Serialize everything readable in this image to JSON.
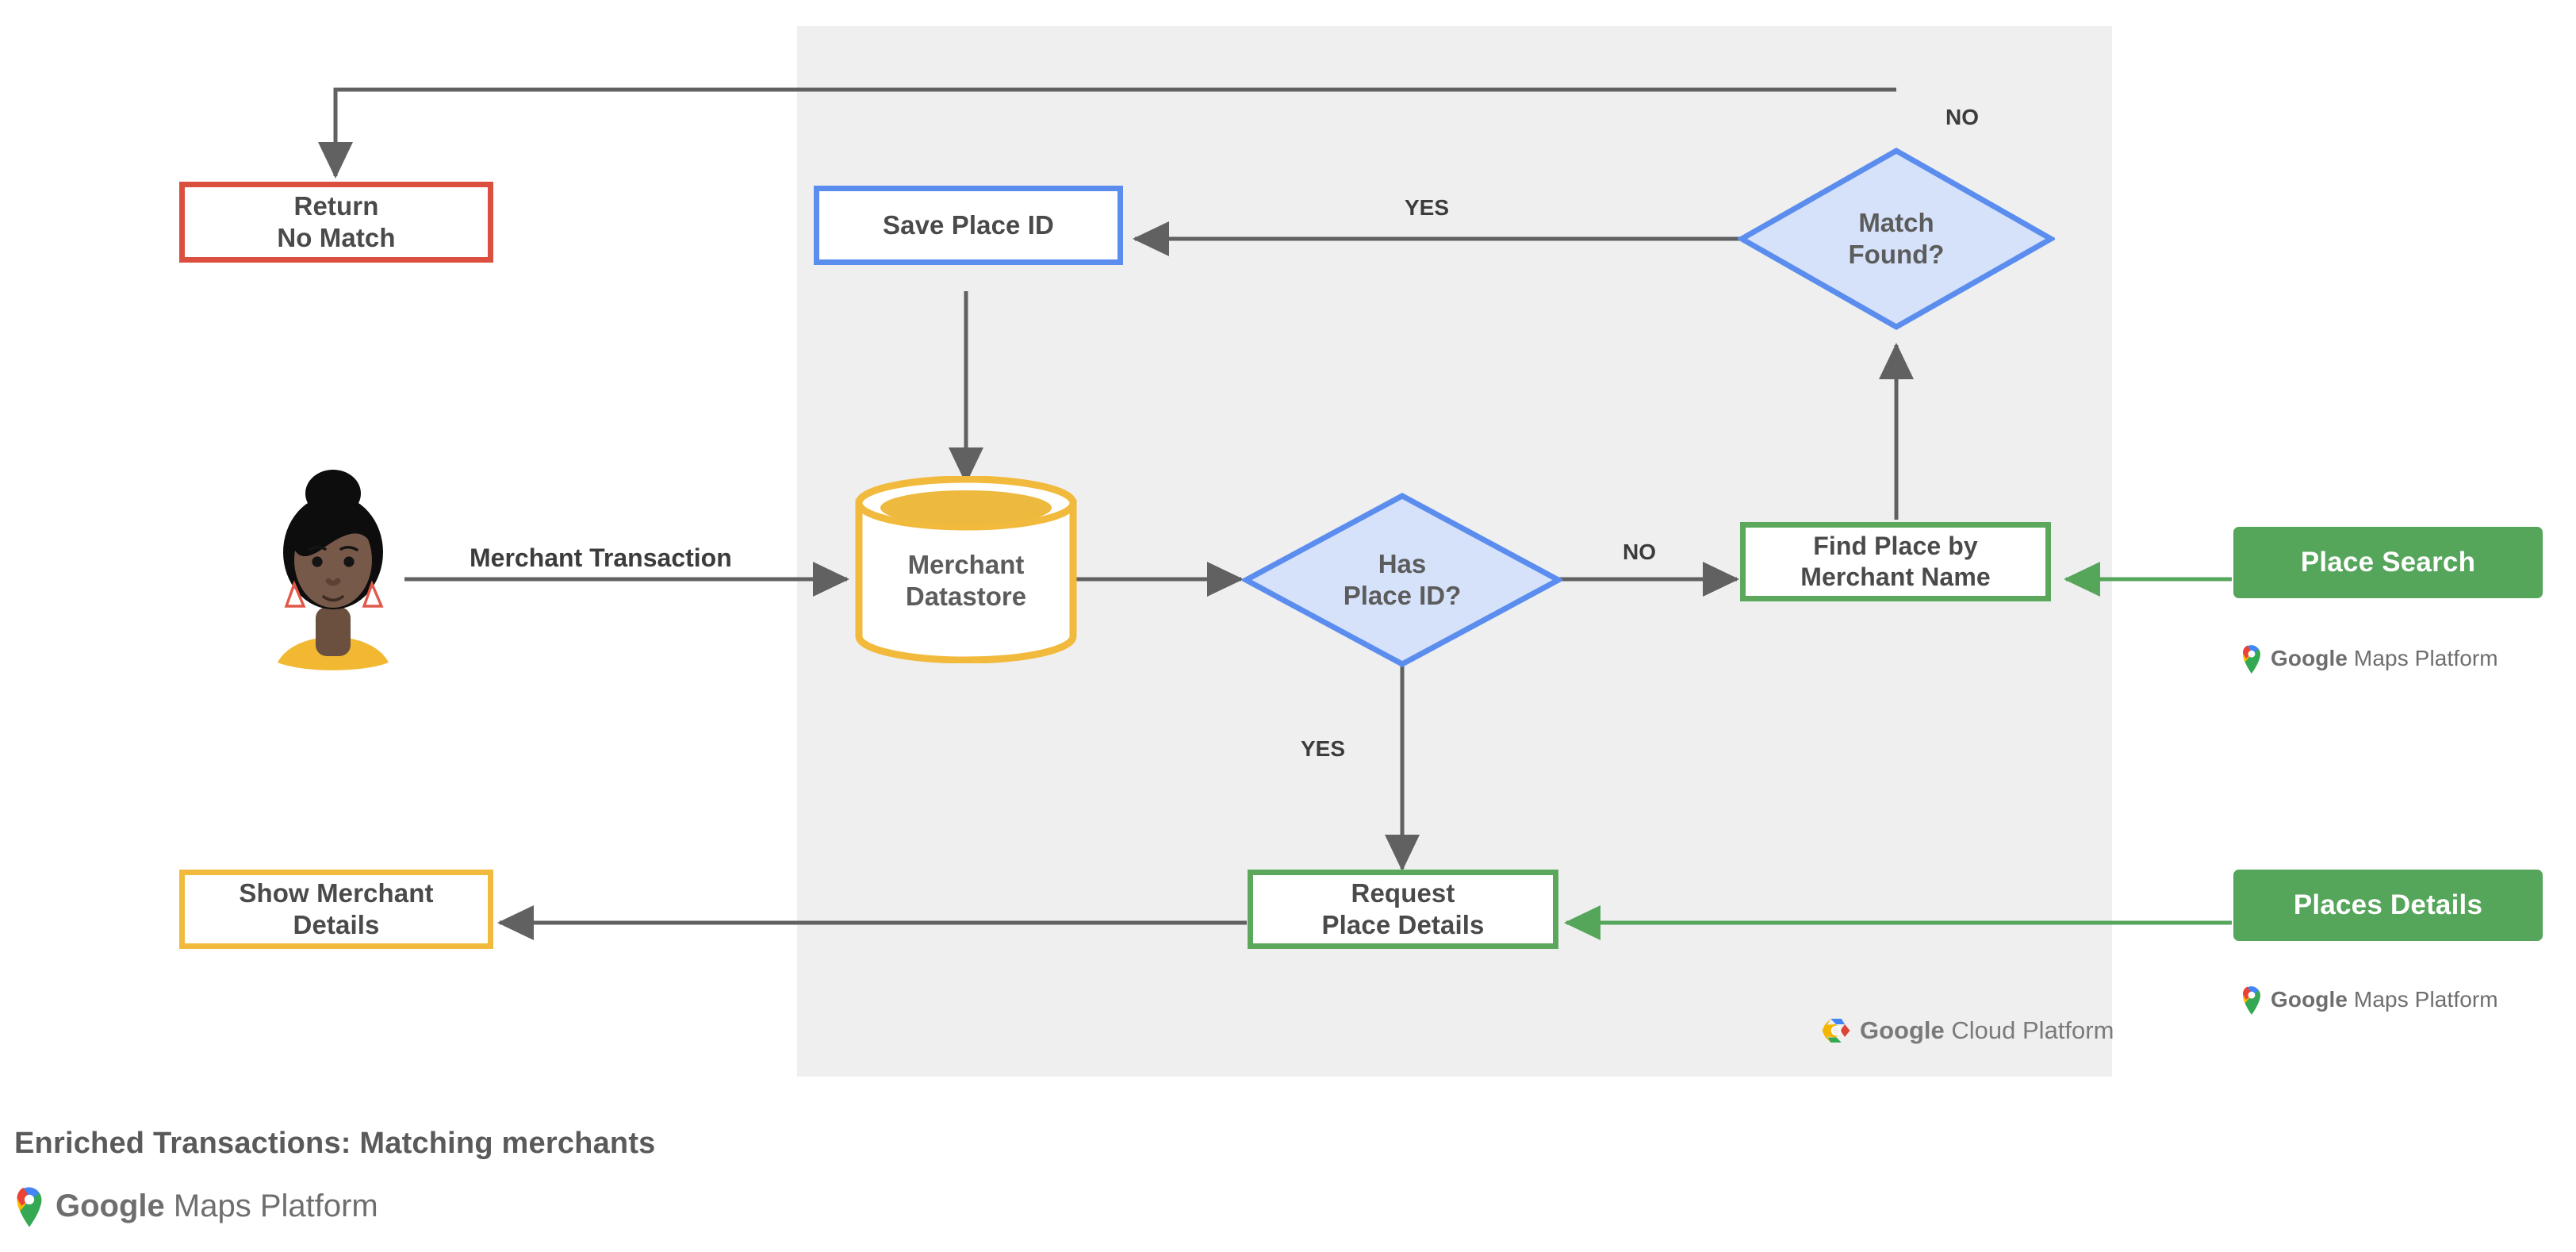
{
  "diagram": {
    "caption": "Enriched Transactions: Matching merchants",
    "panel_label": "google-cloud-platform-region",
    "background_color": "#EFEFEF",
    "colors": {
      "red": "#DB4F3E",
      "blue": "#5B8DEF",
      "blue_fill": "#D5E2F9",
      "green": "#5BA75B",
      "green_button": "#55A55B",
      "amber": "#F2BA3C",
      "wire": "#616161",
      "text": "#5C5C5C"
    },
    "nodes": {
      "return_no_match": {
        "line1": "Return",
        "line2": "No Match",
        "shape": "process",
        "color": "red"
      },
      "save_place_id": {
        "line1": "Save Place ID",
        "shape": "process",
        "color": "blue"
      },
      "match_found": {
        "line1": "Match",
        "line2": "Found?",
        "shape": "decision",
        "color": "blue"
      },
      "merchant_datastore": {
        "line1": "Merchant",
        "line2": "Datastore",
        "shape": "datastore",
        "color": "amber"
      },
      "has_place_id": {
        "line1": "Has",
        "line2": "Place ID?",
        "shape": "decision",
        "color": "blue"
      },
      "find_place": {
        "line1": "Find Place by",
        "line2": "Merchant Name",
        "shape": "process",
        "color": "green"
      },
      "request_place_details": {
        "line1": "Request",
        "line2": "Place Details",
        "shape": "process",
        "color": "green"
      },
      "show_merchant_details": {
        "line1": "Show Merchant",
        "line2": "Details",
        "shape": "process",
        "color": "amber"
      },
      "place_search": {
        "label": "Place Search",
        "shape": "api-button",
        "color": "green"
      },
      "places_details": {
        "label": "Places Details",
        "shape": "api-button",
        "color": "green"
      },
      "user": {
        "label": "user-avatar",
        "shape": "persona"
      }
    },
    "edge_labels": {
      "merchant_transaction": "Merchant Transaction",
      "has_place_id_no": "NO",
      "has_place_id_yes": "YES",
      "match_found_yes": "YES",
      "match_found_no": "NO"
    },
    "lockups": {
      "maps_platform_prefix": "Google",
      "maps_platform_suffix": " Maps Platform",
      "cloud_platform_prefix": "Google",
      "cloud_platform_suffix": " Cloud Platform"
    }
  }
}
